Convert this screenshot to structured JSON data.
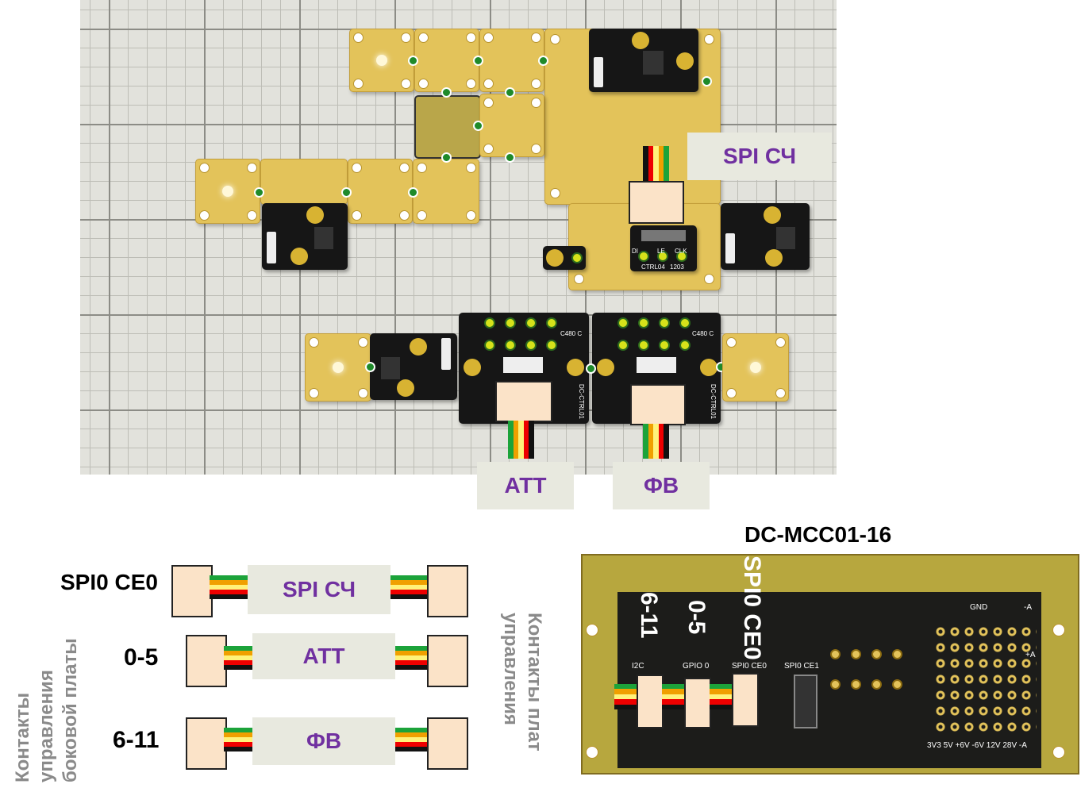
{
  "top_assembly": {
    "labels": {
      "spi": "SPI СЧ",
      "att": "АТТ",
      "fv": "ФВ"
    },
    "chip_texts": {
      "pin_di": "DI",
      "pin_le": "LE",
      "pin_clk": "CLK",
      "ctrl": "CTRL04",
      "num": "1203",
      "c480": "C480 C",
      "dcctrl": "DC-CTRL01"
    }
  },
  "legend": {
    "rows": [
      {
        "left": "SPI0 CE0",
        "label": "SPI СЧ"
      },
      {
        "left": "0-5",
        "label": "АТТ"
      },
      {
        "left": "6-11",
        "label": "ФВ"
      }
    ],
    "left_caption": "Контакты управления боковой платы",
    "right_caption": "Контакты плат управления"
  },
  "mcc_board": {
    "title": "DC-MCC01-16",
    "vertical_labels": [
      "6-11",
      "0-5",
      "SPI0 CE0"
    ],
    "connectors": [
      "I2C",
      "GPIO 0",
      "SPI0 CE0",
      "SPI0 CE1"
    ],
    "gnd": "GND",
    "minus_a": "-A",
    "plus_a": "+A",
    "voltages": "3V3 5V +6V -6V 12V 28V -A"
  },
  "colors": {
    "label_purple": "#7030a0",
    "board_gold": "#e3c35a",
    "label_bg": "#e8e9df"
  }
}
